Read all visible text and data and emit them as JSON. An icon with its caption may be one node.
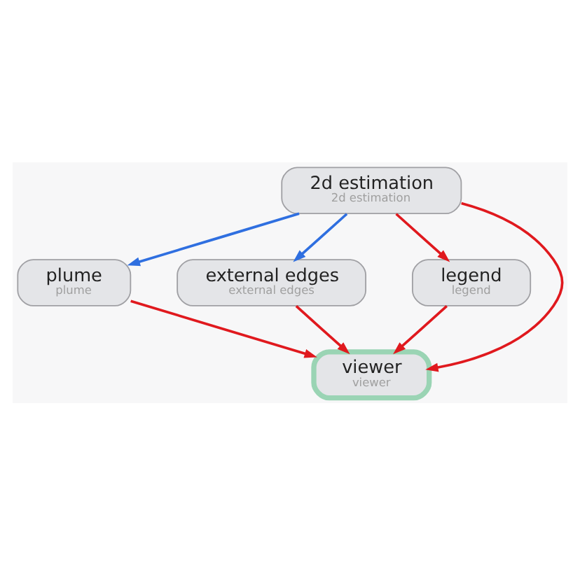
{
  "diagram": {
    "nodes": [
      {
        "text": [
          "2d estimation",
          "2d estimation"
        ]
      },
      {
        "text": [
          "plume",
          "plume"
        ]
      },
      {
        "text": [
          "external edges",
          "external edges"
        ]
      },
      {
        "text": [
          "legend",
          "legend"
        ]
      },
      {
        "text": [
          "viewer",
          "viewer"
        ]
      }
    ],
    "edges": [
      {
        "from": 0,
        "to": 1,
        "arrow": "to",
        "color": "#2f6fe0"
      },
      {
        "from": 0,
        "to": 2,
        "arrow": "to",
        "color": "#2f6fe0"
      },
      {
        "from": 0,
        "to": 3,
        "arrow": "to"
      },
      {
        "from": 1,
        "to": 4,
        "arrow": "to"
      },
      {
        "from": 0,
        "to": 4,
        "arrow": "to"
      },
      {
        "from": 2,
        "to": 4,
        "arrow": "to"
      },
      {
        "from": 3,
        "to": 4,
        "arrow": "to"
      }
    ]
  }
}
